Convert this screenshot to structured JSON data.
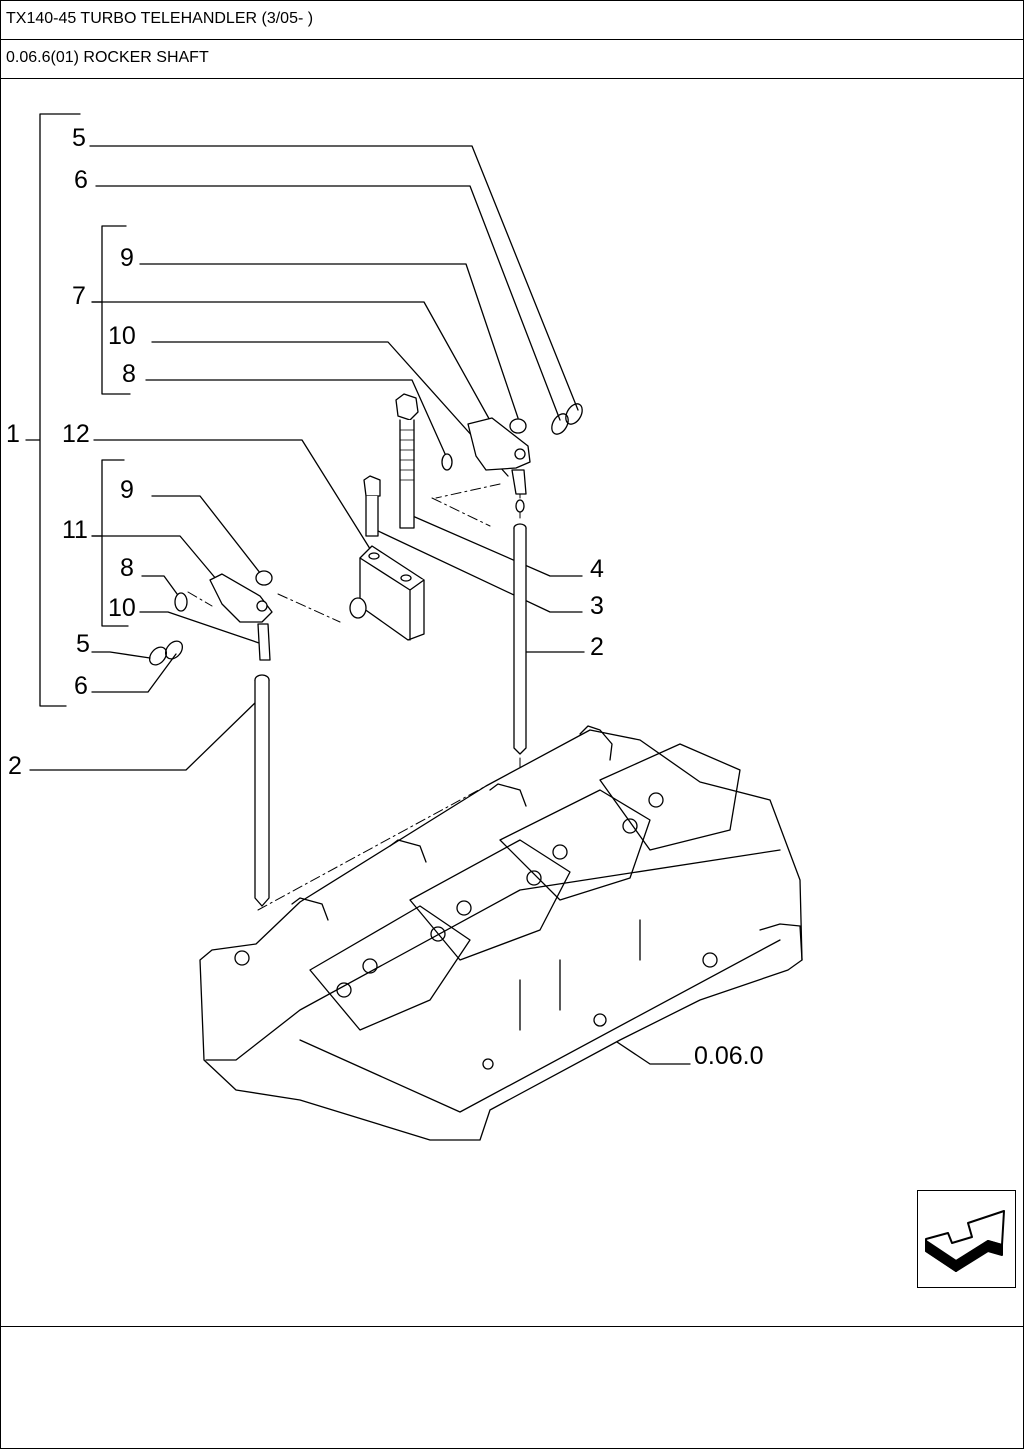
{
  "header": {
    "model": "TX140-45 TURBO TELEHANDLER (3/05- )",
    "section": "0.06.6(01) ROCKER SHAFT"
  },
  "callouts": {
    "c1": "1",
    "c2a": "2",
    "c2b": "2",
    "c3": "3",
    "c4": "4",
    "c5a": "5",
    "c5b": "5",
    "c6a": "6",
    "c6b": "6",
    "c7": "7",
    "c8a": "8",
    "c8b": "8",
    "c9a": "9",
    "c9b": "9",
    "c10a": "10",
    "c10b": "10",
    "c11": "11",
    "c12": "12",
    "ref": "0.06.0"
  },
  "nav": {
    "icon": "next-page-arrow-icon"
  }
}
